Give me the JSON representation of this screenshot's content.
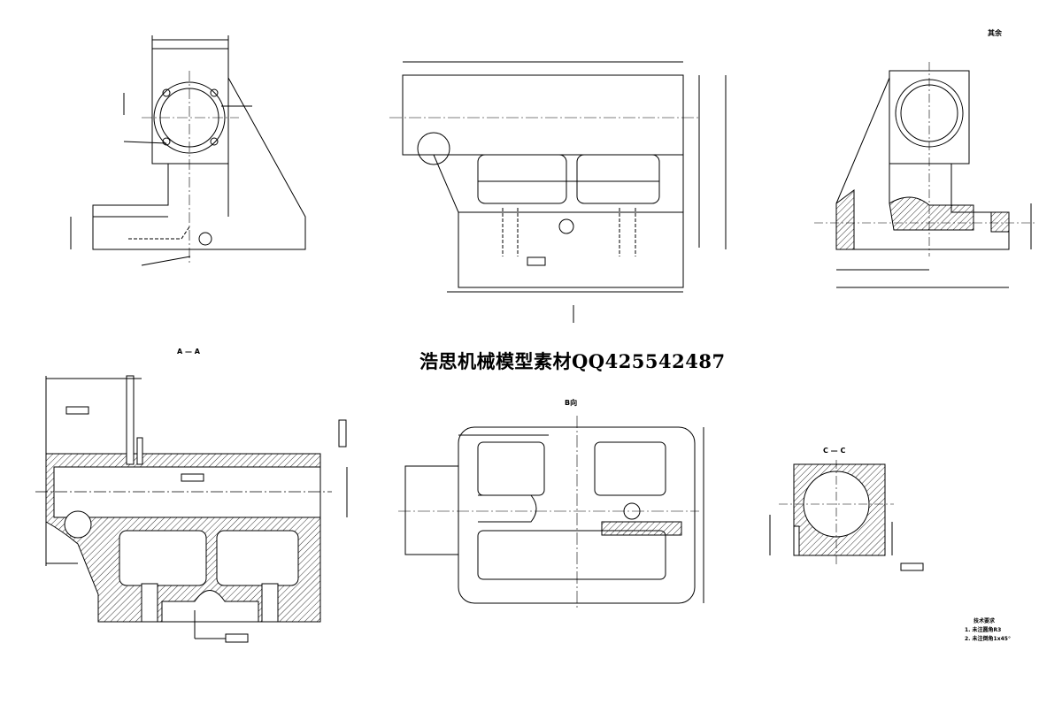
{
  "watermark": "浩思机械模型素材QQ425542487",
  "roughness_note": "其余",
  "section_labels": {
    "section_a": "A — A",
    "view_b": "B向",
    "section_c": "C — C"
  },
  "technical_requirements": {
    "title": "技术要求",
    "items": [
      "1. 未注圆角R3",
      "2. 未注倒角1x45°"
    ]
  },
  "colors": {
    "line": "#000000",
    "background": "#ffffff"
  }
}
